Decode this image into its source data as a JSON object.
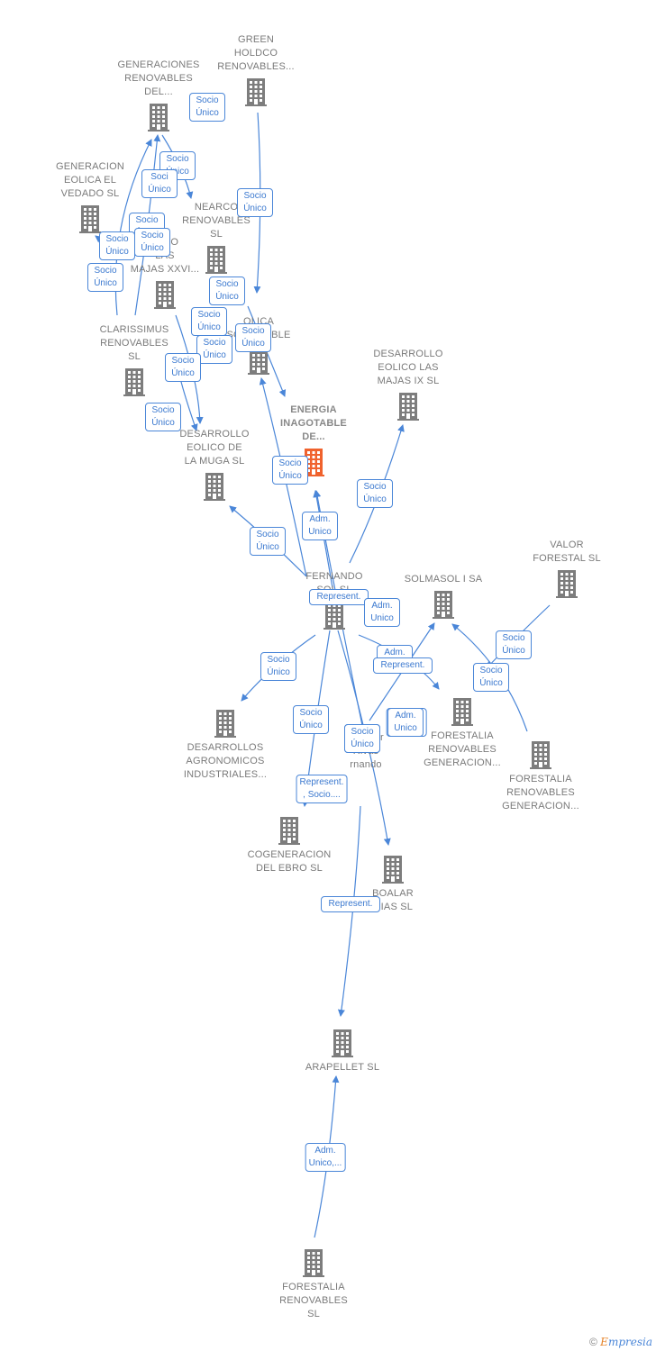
{
  "colors": {
    "edge": "#4a86d8",
    "building": "#7d7d7d",
    "focus_building": "#f0622d",
    "badge_text": "#3a78cf"
  },
  "nodes": [
    {
      "id": "green-holdco",
      "label": "GREEN\nHOLDCO\nRENOVABLES...",
      "kind": "company"
    },
    {
      "id": "generaciones-renovables",
      "label": "GENERACIONES\nRENOVABLES\nDEL...",
      "kind": "company"
    },
    {
      "id": "generacion-eolica-vedado",
      "label": "GENERACION\nEOLICA EL\nVEDADO SL",
      "kind": "company"
    },
    {
      "id": "nearco-renovables",
      "label": "NEARCO\nRENOVABLES\nSL",
      "kind": "company"
    },
    {
      "id": "desarrollo-majas-xxvi",
      "label": "OLLO\nLAS\nMAJAS XXVI...",
      "kind": "company"
    },
    {
      "id": "eolica-sostenible",
      "label": "OLICA\nSOSTENIBLE",
      "kind": "company"
    },
    {
      "id": "clarissimus-renovables",
      "label": "CLARISSIMUS\nRENOVABLES\nSL",
      "kind": "company"
    },
    {
      "id": "desarrollo-majas-ix",
      "label": "DESARROLLO\nEOLICO LAS\nMAJAS IX  SL",
      "kind": "company"
    },
    {
      "id": "energia-inagotable",
      "label": "ENERGIA\nINAGOTABLE\nDE...",
      "kind": "focus"
    },
    {
      "id": "desarrollo-muga",
      "label": "DESARROLLO\nEOLICO DE\nLA MUGA SL",
      "kind": "company"
    },
    {
      "id": "valor-forestal",
      "label": "VALOR\nFORESTAL SL",
      "kind": "company"
    },
    {
      "id": "fernando-sol",
      "label": "FERNANDO\nSOL SL",
      "kind": "company"
    },
    {
      "id": "solmasol",
      "label": "SOLMASOL I SA",
      "kind": "company"
    },
    {
      "id": "forestalia-gen-1",
      "label": "FORESTALIA\nRENOVABLES\nGENERACION...",
      "kind": "company"
    },
    {
      "id": "forestalia-gen-2",
      "label": "FORESTALIA\nRENOVABLES\nGENERACION...",
      "kind": "company"
    },
    {
      "id": "desarrollos-agronomicos",
      "label": "DESARROLLOS\nAGRONOMICOS\nINDUSTRIALES...",
      "kind": "company"
    },
    {
      "id": "samper-rivas",
      "label": "Samper\nRivas\nrnando",
      "kind": "person"
    },
    {
      "id": "cogeneracion-ebro",
      "label": "COGENERACION\nDEL EBRO  SL",
      "kind": "company"
    },
    {
      "id": "boalar-energias",
      "label": "BOALAR\nGIAS  SL",
      "kind": "company"
    },
    {
      "id": "arapellet",
      "label": "ARAPELLET  SL",
      "kind": "company"
    },
    {
      "id": "forestalia-renovables",
      "label": "FORESTALIA\nRENOVABLES\nSL",
      "kind": "company"
    }
  ],
  "edges": [
    {
      "from": "green-holdco",
      "to": "eolica-sostenible"
    },
    {
      "from": "generaciones-renovables",
      "to": "clarissimus-renovables"
    },
    {
      "from": "generaciones-renovables",
      "to": "desarrollo-majas-xxvi"
    },
    {
      "from": "generaciones-renovables",
      "to": "nearco-renovables"
    },
    {
      "from": "generacion-eolica-vedado",
      "to": "desarrollo-majas-xxvi"
    },
    {
      "from": "nearco-renovables",
      "to": "energia-inagotable"
    },
    {
      "from": "desarrollo-majas-xxvi",
      "to": "desarrollo-muga"
    },
    {
      "from": "clarissimus-renovables",
      "to": "desarrollo-muga"
    },
    {
      "from": "fernando-sol",
      "to": "eolica-sostenible"
    },
    {
      "from": "fernando-sol",
      "to": "desarrollo-majas-ix"
    },
    {
      "from": "fernando-sol",
      "to": "energia-inagotable"
    },
    {
      "from": "fernando-sol",
      "to": "desarrollo-muga"
    },
    {
      "from": "fernando-sol",
      "to": "desarrollos-agronomicos"
    },
    {
      "from": "fernando-sol",
      "to": "cogeneracion-ebro"
    },
    {
      "from": "fernando-sol",
      "to": "boalar-energias"
    },
    {
      "from": "fernando-sol",
      "to": "forestalia-gen-1"
    },
    {
      "from": "samper-rivas",
      "to": "solmasol"
    },
    {
      "from": "samper-rivas",
      "to": "energia-inagotable"
    },
    {
      "from": "samper-rivas",
      "to": "arapellet"
    },
    {
      "from": "valor-forestal",
      "to": "forestalia-gen-1"
    },
    {
      "from": "forestalia-gen-2",
      "to": "solmasol"
    },
    {
      "from": "forestalia-renovables",
      "to": "arapellet"
    }
  ],
  "badges": [
    {
      "id": "b1",
      "text": "Socio\nÚnico"
    },
    {
      "id": "b2",
      "text": "Socio\nÚnico"
    },
    {
      "id": "b3",
      "text": "Socio\nÚnico"
    },
    {
      "id": "b4",
      "text": "Soci\nÚnico"
    },
    {
      "id": "b5",
      "text": "Socio\nÚnico"
    },
    {
      "id": "b6",
      "text": "Socio\nÚnico"
    },
    {
      "id": "b7",
      "text": "Socio\nÚnico"
    },
    {
      "id": "b8",
      "text": "Socio\nÚnico"
    },
    {
      "id": "b9",
      "text": "Socio\nÚnico"
    },
    {
      "id": "b10",
      "text": "Socio\nÚnico"
    },
    {
      "id": "b11",
      "text": "Socio\nÚnico"
    },
    {
      "id": "b12",
      "text": "Socio\nÚnico"
    },
    {
      "id": "b13",
      "text": "Socio\nÚnico"
    },
    {
      "id": "b14",
      "text": "Socio\nÚnico"
    },
    {
      "id": "b15",
      "text": "Socio\nÚnico"
    },
    {
      "id": "b16",
      "text": "Socio\nÚnico"
    },
    {
      "id": "b17",
      "text": "Socio\nÚnico"
    },
    {
      "id": "b18",
      "text": "Adm.\nUnico"
    },
    {
      "id": "b19",
      "text": "Socio\nÚnico"
    },
    {
      "id": "b20",
      "text": "Socio\nÚnico"
    },
    {
      "id": "b21",
      "text": "Represent."
    },
    {
      "id": "b22",
      "text": "Adm.\nUnico"
    },
    {
      "id": "b23",
      "text": "Socio\nÚnico"
    },
    {
      "id": "b24",
      "text": "Adm.\nUnico"
    },
    {
      "id": "b25",
      "text": "Represent."
    },
    {
      "id": "b26",
      "text": "Socio\nÚnico"
    },
    {
      "id": "b27",
      "text": "Socio\nÚnico"
    },
    {
      "id": "b28",
      "text": "Adm.\nUnico,..."
    },
    {
      "id": "b29",
      "text": "Adm.\nUnico"
    },
    {
      "id": "b30",
      "text": "Socio\nÚnico"
    },
    {
      "id": "b31",
      "text": "Represent.\n, Socio...."
    },
    {
      "id": "b32",
      "text": "Represent."
    },
    {
      "id": "b33",
      "text": "Adm.\nUnico,..."
    }
  ],
  "branding": {
    "copyright": "©",
    "brand_initial": "E",
    "brand_rest": "mpresia"
  }
}
